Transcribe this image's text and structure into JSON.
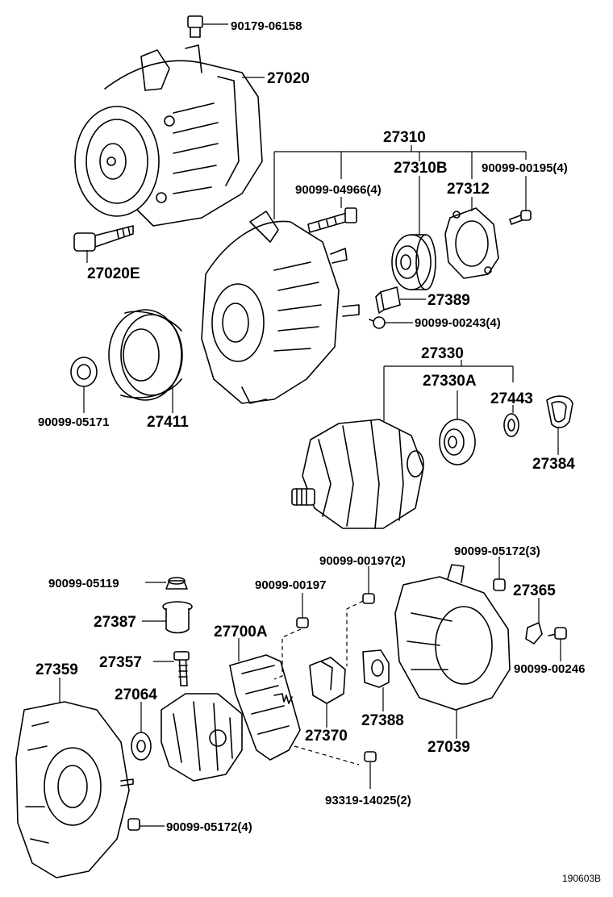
{
  "labels": {
    "p90179_06158": "90179-06158",
    "p27020": "27020",
    "p27020E": "27020E",
    "p27310": "27310",
    "p27310B": "27310B",
    "p90099_04966": "90099-04966(4)",
    "p27312": "27312",
    "p90099_00195": "90099-00195(4)",
    "p27389": "27389",
    "p90099_00243": "90099-00243(4)",
    "p90099_05171": "90099-05171",
    "p27411": "27411",
    "p27330": "27330",
    "p27330A": "27330A",
    "p27443": "27443",
    "p27384": "27384",
    "p90099_00197_2": "90099-00197(2)",
    "p90099_05172_3": "90099-05172(3)",
    "p90099_05119": "90099-05119",
    "p90099_00197": "90099-00197",
    "p27365": "27365",
    "p27387": "27387",
    "p27700A": "27700A",
    "p27357": "27357",
    "p27359": "27359",
    "p90099_00246": "90099-00246",
    "p27064": "27064",
    "p27370": "27370",
    "p27388": "27388",
    "p27039": "27039",
    "p93319_14025": "93319-14025(2)",
    "p90099_05172_4": "90099-05172(4)",
    "diagram_code": "190603B"
  }
}
